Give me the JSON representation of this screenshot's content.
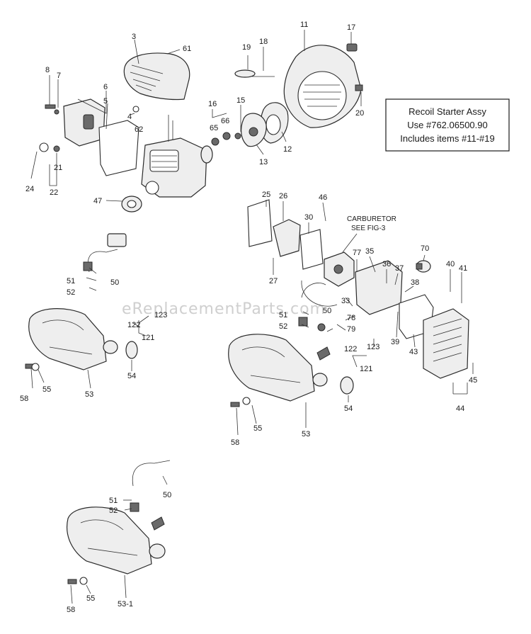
{
  "note": {
    "lines": [
      "Recoil Starter Assy",
      "Use #762.06500.90",
      "Includes items #11-#19"
    ]
  },
  "callout": {
    "line1": "CARBURETOR",
    "line2": "SEE FIG-3"
  },
  "watermark": "eReplacementParts.com",
  "parts": {
    "p3": "3",
    "p61": "61",
    "p8": "8",
    "p7": "7",
    "p6": "6",
    "p5": "5",
    "p4": "4",
    "p62": "62",
    "p21": "21",
    "p22": "22",
    "p24": "24",
    "p47": "47",
    "p11": "11",
    "p17": "17",
    "p19": "19",
    "p18": "18",
    "p20": "20",
    "p16": "16",
    "p15": "15",
    "p65": "65",
    "p66": "66",
    "p13": "13",
    "p12": "12",
    "p25": "25",
    "p26": "26",
    "p46": "46",
    "p30": "30",
    "p27": "27",
    "p77": "77",
    "p35": "35",
    "p70": "70",
    "p36": "36",
    "p37": "37",
    "p38": "38",
    "p40": "40",
    "p41": "41",
    "p33": "33",
    "p78": "78",
    "p79": "79",
    "p39": "39",
    "p43": "43",
    "p45": "45",
    "p44": "44",
    "a50": "50",
    "a51": "51",
    "a52": "52",
    "a123": "123",
    "a122": "122",
    "a121": "121",
    "a58": "58",
    "a55": "55",
    "a53": "53",
    "a54": "54",
    "b51": "51",
    "b52": "52",
    "b50": "50",
    "b122": "122",
    "b123": "123",
    "b121": "121",
    "b58": "58",
    "b55": "55",
    "b53": "53",
    "b54": "54",
    "c50": "50",
    "c51": "51",
    "c52": "52",
    "c58": "58",
    "c55": "55",
    "c53-1": "53-1"
  }
}
